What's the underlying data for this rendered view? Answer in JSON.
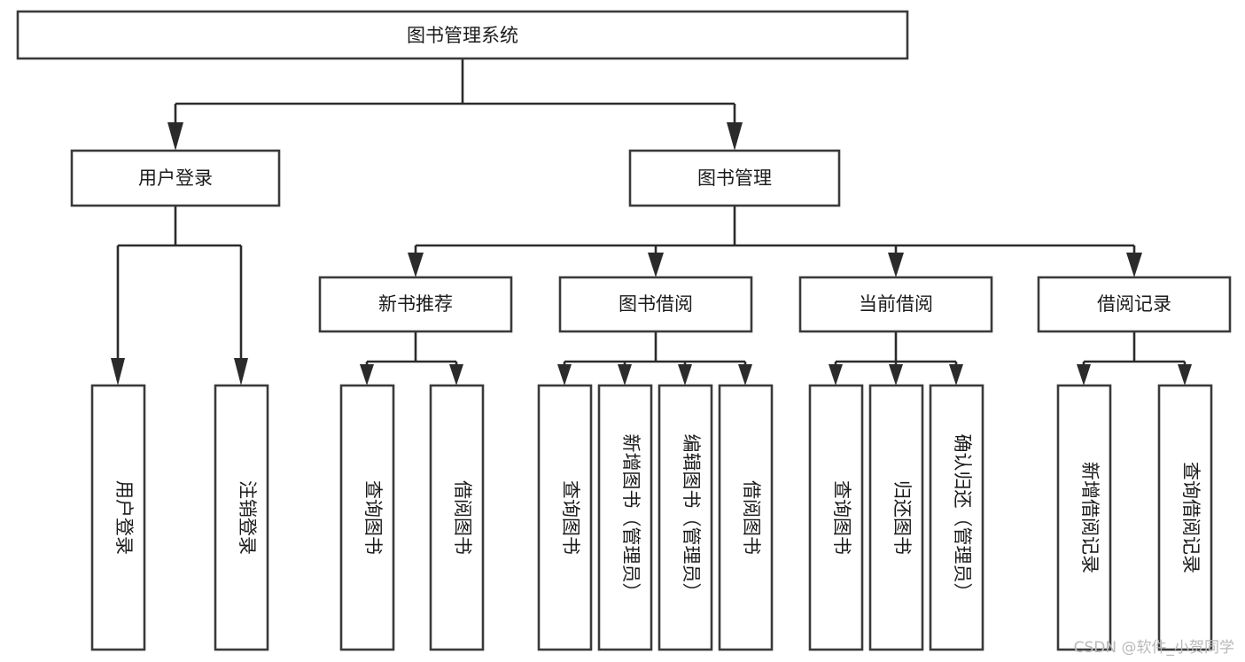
{
  "diagram": {
    "title": "图书管理系统",
    "type": "tree-hierarchy-chart",
    "orientation": "top-down",
    "colors": {
      "box_stroke": "#3a3a3a",
      "connector": "#2b2b2b",
      "text": "#1b1b1b",
      "background": "#ffffff",
      "watermark": "#b9b9b9"
    }
  },
  "nodes": {
    "root": {
      "label": "图书管理系统"
    },
    "level2": [
      {
        "id": "user-login",
        "label": "用户登录"
      },
      {
        "id": "book-management",
        "label": "图书管理"
      }
    ],
    "level3": [
      {
        "id": "new-book-recommend",
        "label": "新书推荐"
      },
      {
        "id": "book-borrow",
        "label": "图书借阅"
      },
      {
        "id": "current-borrow",
        "label": "当前借阅"
      },
      {
        "id": "borrow-record",
        "label": "借阅记录"
      }
    ],
    "leaves": {
      "user-login": [
        {
          "id": "leaf-user-login",
          "label": "用户登录"
        },
        {
          "id": "leaf-logout-login",
          "label": "注销登录"
        }
      ],
      "new-book-recommend": [
        {
          "id": "leaf-query-book-1",
          "label": "查询图书"
        },
        {
          "id": "leaf-borrow-book-1",
          "label": "借阅图书"
        }
      ],
      "book-borrow": [
        {
          "id": "leaf-query-book-2",
          "label": "查询图书"
        },
        {
          "id": "leaf-add-book",
          "label": "新增图书（管理员）"
        },
        {
          "id": "leaf-edit-book",
          "label": "编辑图书（管理员）"
        },
        {
          "id": "leaf-borrow-book-2",
          "label": "借阅图书"
        }
      ],
      "current-borrow": [
        {
          "id": "leaf-query-book-3",
          "label": "查询图书"
        },
        {
          "id": "leaf-return-book",
          "label": "归还图书"
        },
        {
          "id": "leaf-confirm-return",
          "label": "确认归还（管理员）"
        }
      ],
      "borrow-record": [
        {
          "id": "leaf-add-record",
          "label": "新增借阅记录"
        },
        {
          "id": "leaf-query-record",
          "label": "查询借阅记录"
        }
      ]
    }
  },
  "watermark": {
    "text": "CSDN @软件_小贺同学"
  }
}
